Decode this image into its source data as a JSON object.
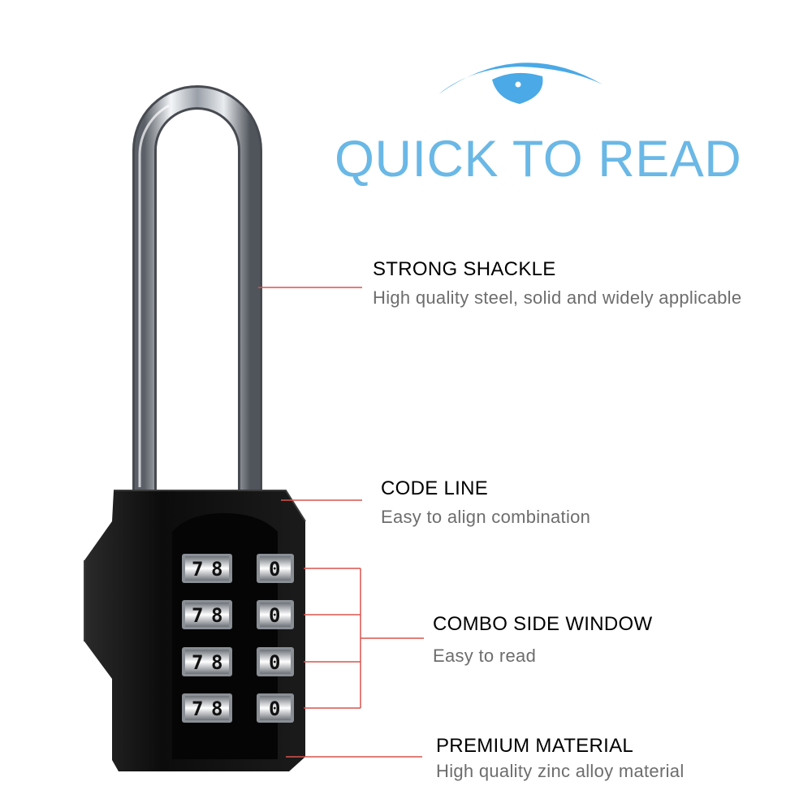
{
  "headline": "QUICK TO READ",
  "colors": {
    "accent": "#6ab8e6",
    "callout_line": "#d9534f",
    "lock_body": "#111111",
    "shackle": "#c8ccd2"
  },
  "icons": [
    "eye-icon"
  ],
  "features": [
    {
      "title": "STRONG SHACKLE",
      "description": "High quality steel, solid and widely applicable"
    },
    {
      "title": "CODE LINE",
      "description": "Easy to align combination"
    },
    {
      "title": "COMBO SIDE WINDOW",
      "description": "Easy to read"
    },
    {
      "title": "PREMIUM MATERIAL",
      "description": "High quality zinc alloy material"
    }
  ],
  "dials": [
    {
      "left": [
        "7",
        "8"
      ],
      "right": "0"
    },
    {
      "left": [
        "7",
        "8"
      ],
      "right": "0"
    },
    {
      "left": [
        "7",
        "8"
      ],
      "right": "0"
    },
    {
      "left": [
        "7",
        "8"
      ],
      "right": "0"
    }
  ]
}
